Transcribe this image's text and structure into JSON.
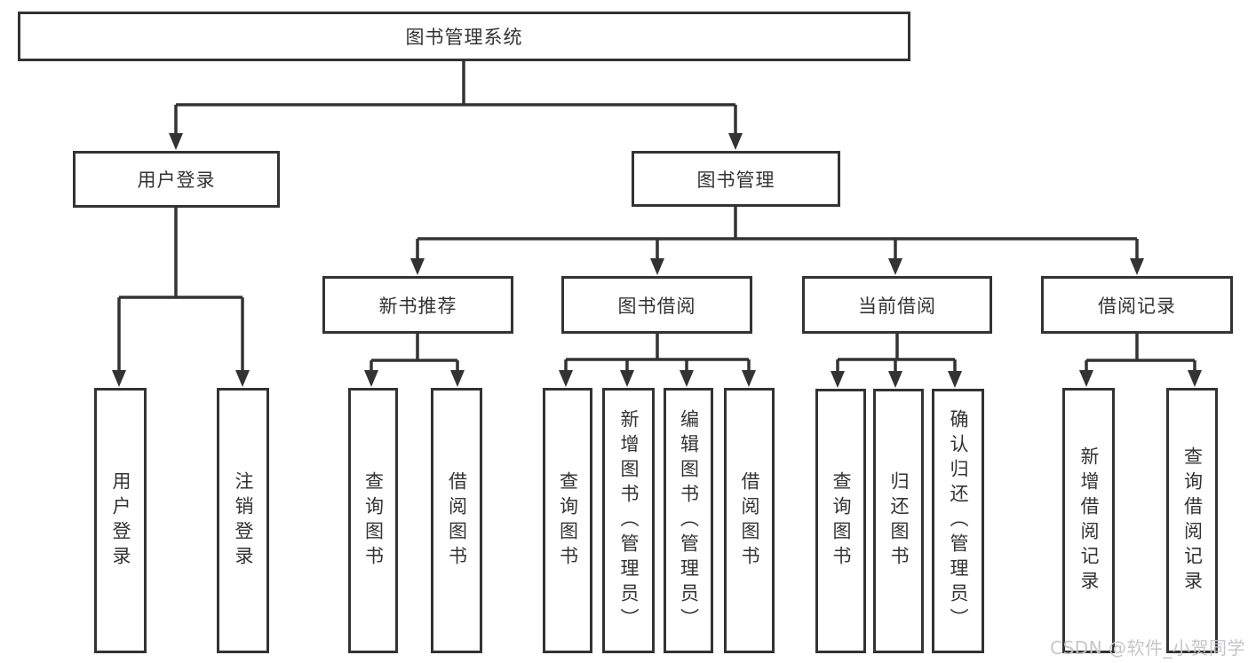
{
  "diagram": {
    "root": {
      "label": "图书管理系统"
    },
    "branches": [
      {
        "label": "用户登录",
        "children": [
          "用户登录",
          "注销登录"
        ]
      },
      {
        "label": "图书管理",
        "sections": [
          {
            "label": "新书推荐",
            "children": [
              "查询图书",
              "借阅图书"
            ]
          },
          {
            "label": "图书借阅",
            "children": [
              "查询图书",
              "新增图书（管理员）",
              "编辑图书（管理员）",
              "借阅图书"
            ]
          },
          {
            "label": "当前借阅",
            "children": [
              "查询图书",
              "归还图书",
              "确认归还（管理员）"
            ]
          },
          {
            "label": "借阅记录",
            "children": [
              "新增借阅记录",
              "查询借阅记录"
            ]
          }
        ]
      }
    ]
  },
  "watermark": {
    "text": "CSDN @软件_小贺同学"
  },
  "colors": {
    "line": "#333333",
    "box_border": "#333333",
    "text": "#333333",
    "watermark": "#c6c6c9",
    "background": "#ffffff"
  }
}
